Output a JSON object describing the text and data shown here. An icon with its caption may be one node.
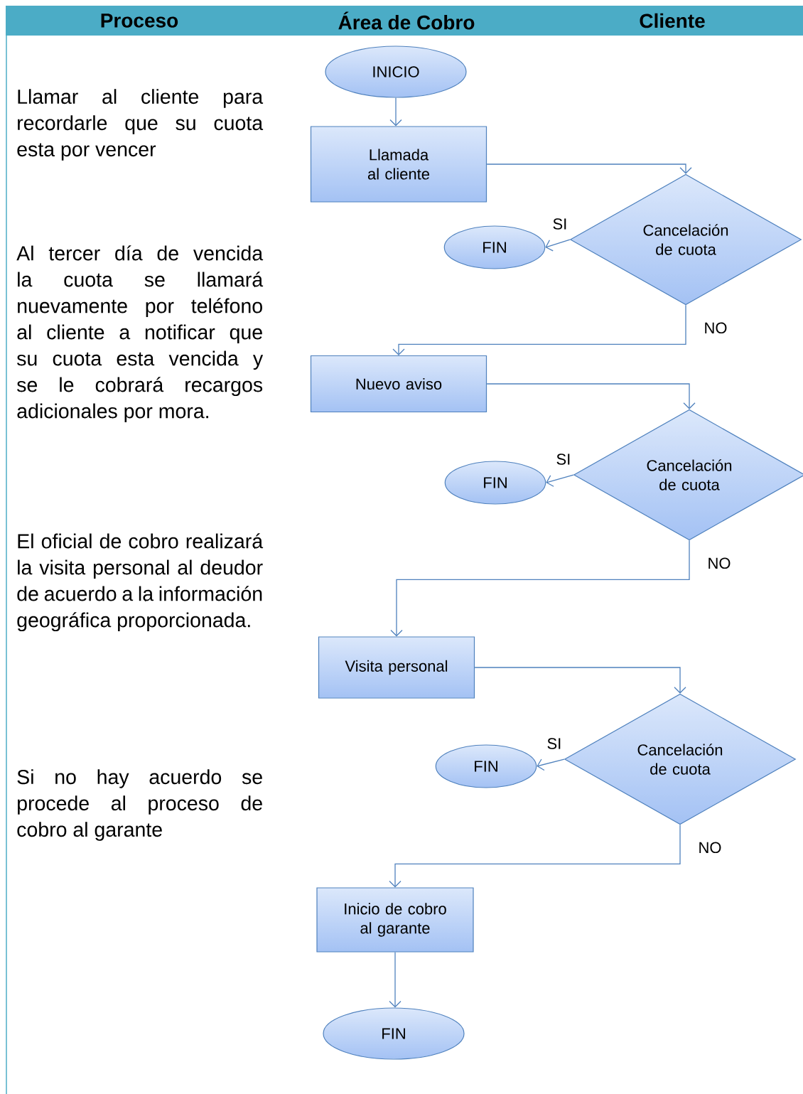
{
  "diagram": {
    "nodes": [
      {
        "text": [
          "INICIO"
        ]
      },
      {
        "text": [
          "Llamada al cliente"
        ]
      },
      {
        "text": [
          "Cancelación de cuota"
        ]
      },
      {
        "text": [
          "FIN"
        ]
      },
      {
        "text": [
          "Nuevo aviso"
        ]
      },
      {
        "text": [
          "Cancelación de cuota"
        ]
      },
      {
        "text": [
          "FIN"
        ]
      },
      {
        "text": [
          "Visita personal"
        ]
      },
      {
        "text": [
          "Cancelación de cuota"
        ]
      },
      {
        "text": [
          "FIN"
        ]
      },
      {
        "text": [
          "Inicio de cobro al garante"
        ]
      },
      {
        "text": [
          "FIN"
        ]
      }
    ],
    "edges": [
      {
        "from": 0,
        "to": 1,
        "arrow": "to"
      },
      {
        "from": 1,
        "to": 2,
        "arrow": "to"
      },
      {
        "from": 2,
        "to": 3,
        "arrow": "to",
        "label": "SI"
      },
      {
        "from": 2,
        "to": 4,
        "arrow": "to",
        "label": "NO"
      },
      {
        "from": 4,
        "to": 5,
        "arrow": "to"
      },
      {
        "from": 5,
        "to": 6,
        "arrow": "to",
        "label": "SI"
      },
      {
        "from": 5,
        "to": 7,
        "arrow": "to",
        "label": "NO"
      },
      {
        "from": 7,
        "to": 8,
        "arrow": "to"
      },
      {
        "from": 8,
        "to": 9,
        "arrow": "to",
        "label": "SI"
      },
      {
        "from": 8,
        "to": 10,
        "arrow": "to",
        "label": "NO"
      },
      {
        "from": 10,
        "to": 11,
        "arrow": "to"
      }
    ],
    "labels": [
      "Proceso",
      "Área de Cobro",
      "Cliente",
      "Llamar al cliente para recordarle que su cuota esta por vencer",
      "Al tercer día de vencida la cuota se llamará nuevamente por teléfono al cliente a notificar que su cuota esta vencida y se le cobrará recargos adicionales por mora.",
      "El oficial de cobro realizará la visita personal al deudor de acuerdo a la información geográfica proporcionada.",
      "Si no hay acuerdo se procede al proceso de cobro al garante"
    ]
  }
}
